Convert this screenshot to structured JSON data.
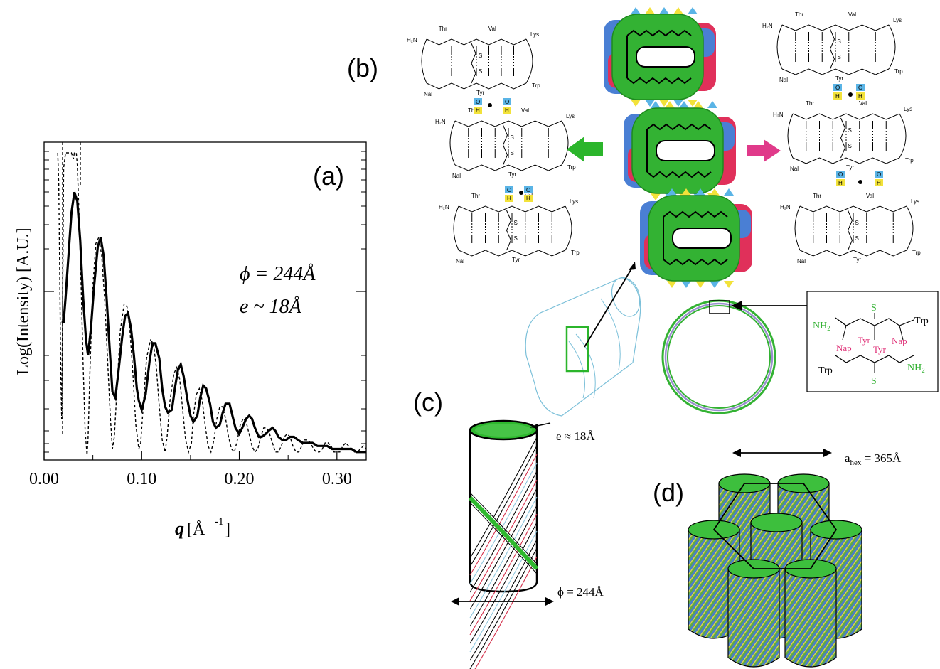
{
  "panels": {
    "a": {
      "label": "(a)",
      "ylabel": "Log(Intensity) [A.U.]",
      "xlabel_q": "q",
      "xlabel_unit": "[Å",
      "xlabel_exp": "-1",
      "xlabel_close": "]",
      "annotation_phi": "ϕ = 244Å",
      "annotation_e": "e ~ 18Å"
    },
    "b": {
      "label": "(b)",
      "box_labels": {
        "nh2_top": "NH",
        "nh2_top_sub": "2",
        "s_top": "S",
        "trp_top": "Trp",
        "nap_left": "Nap",
        "tyr_left": "Tyr",
        "tyr_right": "Tyr",
        "nap_right": "Nap",
        "trp_bottom": "Trp",
        "s_bottom": "S",
        "nh2_bottom": "NH",
        "nh2_bottom_sub": "2"
      },
      "residues": {
        "thr": "Thr",
        "val": "Val",
        "lys": "Lys",
        "trp": "Trp",
        "tyr": "Tyr",
        "nal": "Nal",
        "nh2": "NH₂",
        "h2n": "H₂N",
        "o": "O",
        "h": "H",
        "s": "S"
      }
    },
    "c": {
      "label": "(c)",
      "wall": "e ≈ 18Å",
      "diameter": "ϕ = 244Å"
    },
    "d": {
      "label": "(d)",
      "ahex": "a",
      "ahex_sub": "hex",
      "ahex_val": " = 365Å"
    }
  },
  "colors": {
    "green": "#33b233",
    "blue": "#4a7fd4",
    "red": "#e0305a",
    "pink": "#e0357a",
    "yellow": "#f2e23a",
    "cyan": "#5ab4e6",
    "lightblue": "#8ec6dd"
  },
  "chart_data": {
    "type": "line",
    "xlim": [
      0.0,
      0.33
    ],
    "x_ticks": [
      "0.00",
      "0.10",
      "0.20",
      "0.30"
    ],
    "y_scale": "log",
    "series": [
      {
        "style": "solid",
        "x": [
          0.018,
          0.02,
          0.022,
          0.025,
          0.028,
          0.031,
          0.034,
          0.037,
          0.04,
          0.043,
          0.045,
          0.048,
          0.051,
          0.055,
          0.058,
          0.061,
          0.064,
          0.067,
          0.07,
          0.073,
          0.076,
          0.08,
          0.083,
          0.086,
          0.089,
          0.092,
          0.095,
          0.097,
          0.1,
          0.104,
          0.108,
          0.111,
          0.114,
          0.118,
          0.121,
          0.124,
          0.127,
          0.131,
          0.134,
          0.137,
          0.14,
          0.143,
          0.147,
          0.15,
          0.153,
          0.157,
          0.16,
          0.163,
          0.166,
          0.17,
          0.173,
          0.176,
          0.18,
          0.183,
          0.186,
          0.19,
          0.193,
          0.196,
          0.2,
          0.203,
          0.207,
          0.21,
          0.213,
          0.216,
          0.22,
          0.223,
          0.227,
          0.23,
          0.234,
          0.237,
          0.24,
          0.244,
          0.248,
          0.252,
          0.256,
          0.26,
          0.265,
          0.27,
          0.275,
          0.28,
          0.285,
          0.29,
          0.295,
          0.3,
          0.305,
          0.31,
          0.315,
          0.32,
          0.325,
          0.33
        ],
        "y": [
          0.44,
          0.44,
          0.52,
          0.66,
          0.8,
          0.87,
          0.84,
          0.71,
          0.52,
          0.38,
          0.33,
          0.42,
          0.55,
          0.69,
          0.72,
          0.66,
          0.52,
          0.36,
          0.21,
          0.19,
          0.27,
          0.39,
          0.46,
          0.47,
          0.42,
          0.33,
          0.22,
          0.18,
          0.15,
          0.2,
          0.31,
          0.37,
          0.37,
          0.32,
          0.22,
          0.16,
          0.14,
          0.15,
          0.22,
          0.28,
          0.3,
          0.26,
          0.18,
          0.13,
          0.11,
          0.13,
          0.19,
          0.23,
          0.22,
          0.17,
          0.11,
          0.09,
          0.1,
          0.14,
          0.17,
          0.17,
          0.13,
          0.09,
          0.07,
          0.09,
          0.12,
          0.13,
          0.12,
          0.09,
          0.06,
          0.06,
          0.07,
          0.08,
          0.09,
          0.08,
          0.06,
          0.05,
          0.05,
          0.06,
          0.06,
          0.05,
          0.04,
          0.04,
          0.04,
          0.03,
          0.03,
          0.03,
          0.02,
          0.02,
          0.02,
          0.02,
          0.02,
          0.01,
          0.01,
          0.01
        ]
      },
      {
        "style": "dashed",
        "x": [
          0.014,
          0.015,
          0.016,
          0.017,
          0.018,
          0.019,
          0.02,
          0.022,
          0.025,
          0.028,
          0.03,
          0.031,
          0.033,
          0.034,
          0.036,
          0.038,
          0.04,
          0.042,
          0.044,
          0.045,
          0.047,
          0.05,
          0.053,
          0.056,
          0.059,
          0.062,
          0.065,
          0.068,
          0.07,
          0.072,
          0.075,
          0.078,
          0.082,
          0.085,
          0.088,
          0.091,
          0.094,
          0.097,
          0.099,
          0.102,
          0.105,
          0.109,
          0.112,
          0.115,
          0.118,
          0.121,
          0.124,
          0.126,
          0.129,
          0.133,
          0.136,
          0.139,
          0.142,
          0.145,
          0.148,
          0.151,
          0.153,
          0.156,
          0.159,
          0.162,
          0.165,
          0.168,
          0.171,
          0.174,
          0.177,
          0.18,
          0.183,
          0.186,
          0.189,
          0.192,
          0.195,
          0.198,
          0.201,
          0.204,
          0.207,
          0.21,
          0.213,
          0.216,
          0.219,
          0.222,
          0.225,
          0.228,
          0.231,
          0.234,
          0.237,
          0.24,
          0.243,
          0.246,
          0.249,
          0.252,
          0.255,
          0.258,
          0.261,
          0.264,
          0.267,
          0.27,
          0.273,
          0.276,
          0.279,
          0.282,
          0.285,
          0.288,
          0.291,
          0.294,
          0.297,
          0.3,
          0.303,
          0.306,
          0.309,
          0.312,
          0.315,
          0.318,
          0.321,
          0.324,
          0.327,
          0.33
        ],
        "y": [
          1.0,
          0.9,
          0.6,
          0.3,
          0.12,
          0.5,
          0.95,
          1.0,
          1.0,
          1.0,
          0.98,
          1.0,
          1.0,
          0.96,
          0.78,
          0.55,
          0.3,
          0.08,
          0.0,
          0.05,
          0.28,
          0.56,
          0.7,
          0.72,
          0.66,
          0.52,
          0.32,
          0.12,
          0.02,
          0.06,
          0.24,
          0.41,
          0.5,
          0.49,
          0.41,
          0.27,
          0.1,
          0.02,
          0.04,
          0.18,
          0.32,
          0.38,
          0.37,
          0.29,
          0.16,
          0.05,
          0.01,
          0.06,
          0.18,
          0.27,
          0.29,
          0.25,
          0.15,
          0.05,
          0.01,
          0.04,
          0.13,
          0.2,
          0.22,
          0.18,
          0.1,
          0.03,
          0.01,
          0.05,
          0.12,
          0.16,
          0.16,
          0.12,
          0.06,
          0.02,
          0.01,
          0.05,
          0.1,
          0.12,
          0.11,
          0.07,
          0.03,
          0.01,
          0.02,
          0.06,
          0.09,
          0.09,
          0.07,
          0.04,
          0.01,
          0.01,
          0.03,
          0.06,
          0.07,
          0.06,
          0.03,
          0.01,
          0.01,
          0.03,
          0.05,
          0.05,
          0.04,
          0.02,
          0.01,
          0.01,
          0.02,
          0.04,
          0.04,
          0.03,
          0.01,
          0.01,
          0.01,
          0.03,
          0.04,
          0.03,
          0.02,
          0.01,
          0.01,
          0.02,
          0.03,
          0.02
        ]
      }
    ]
  }
}
